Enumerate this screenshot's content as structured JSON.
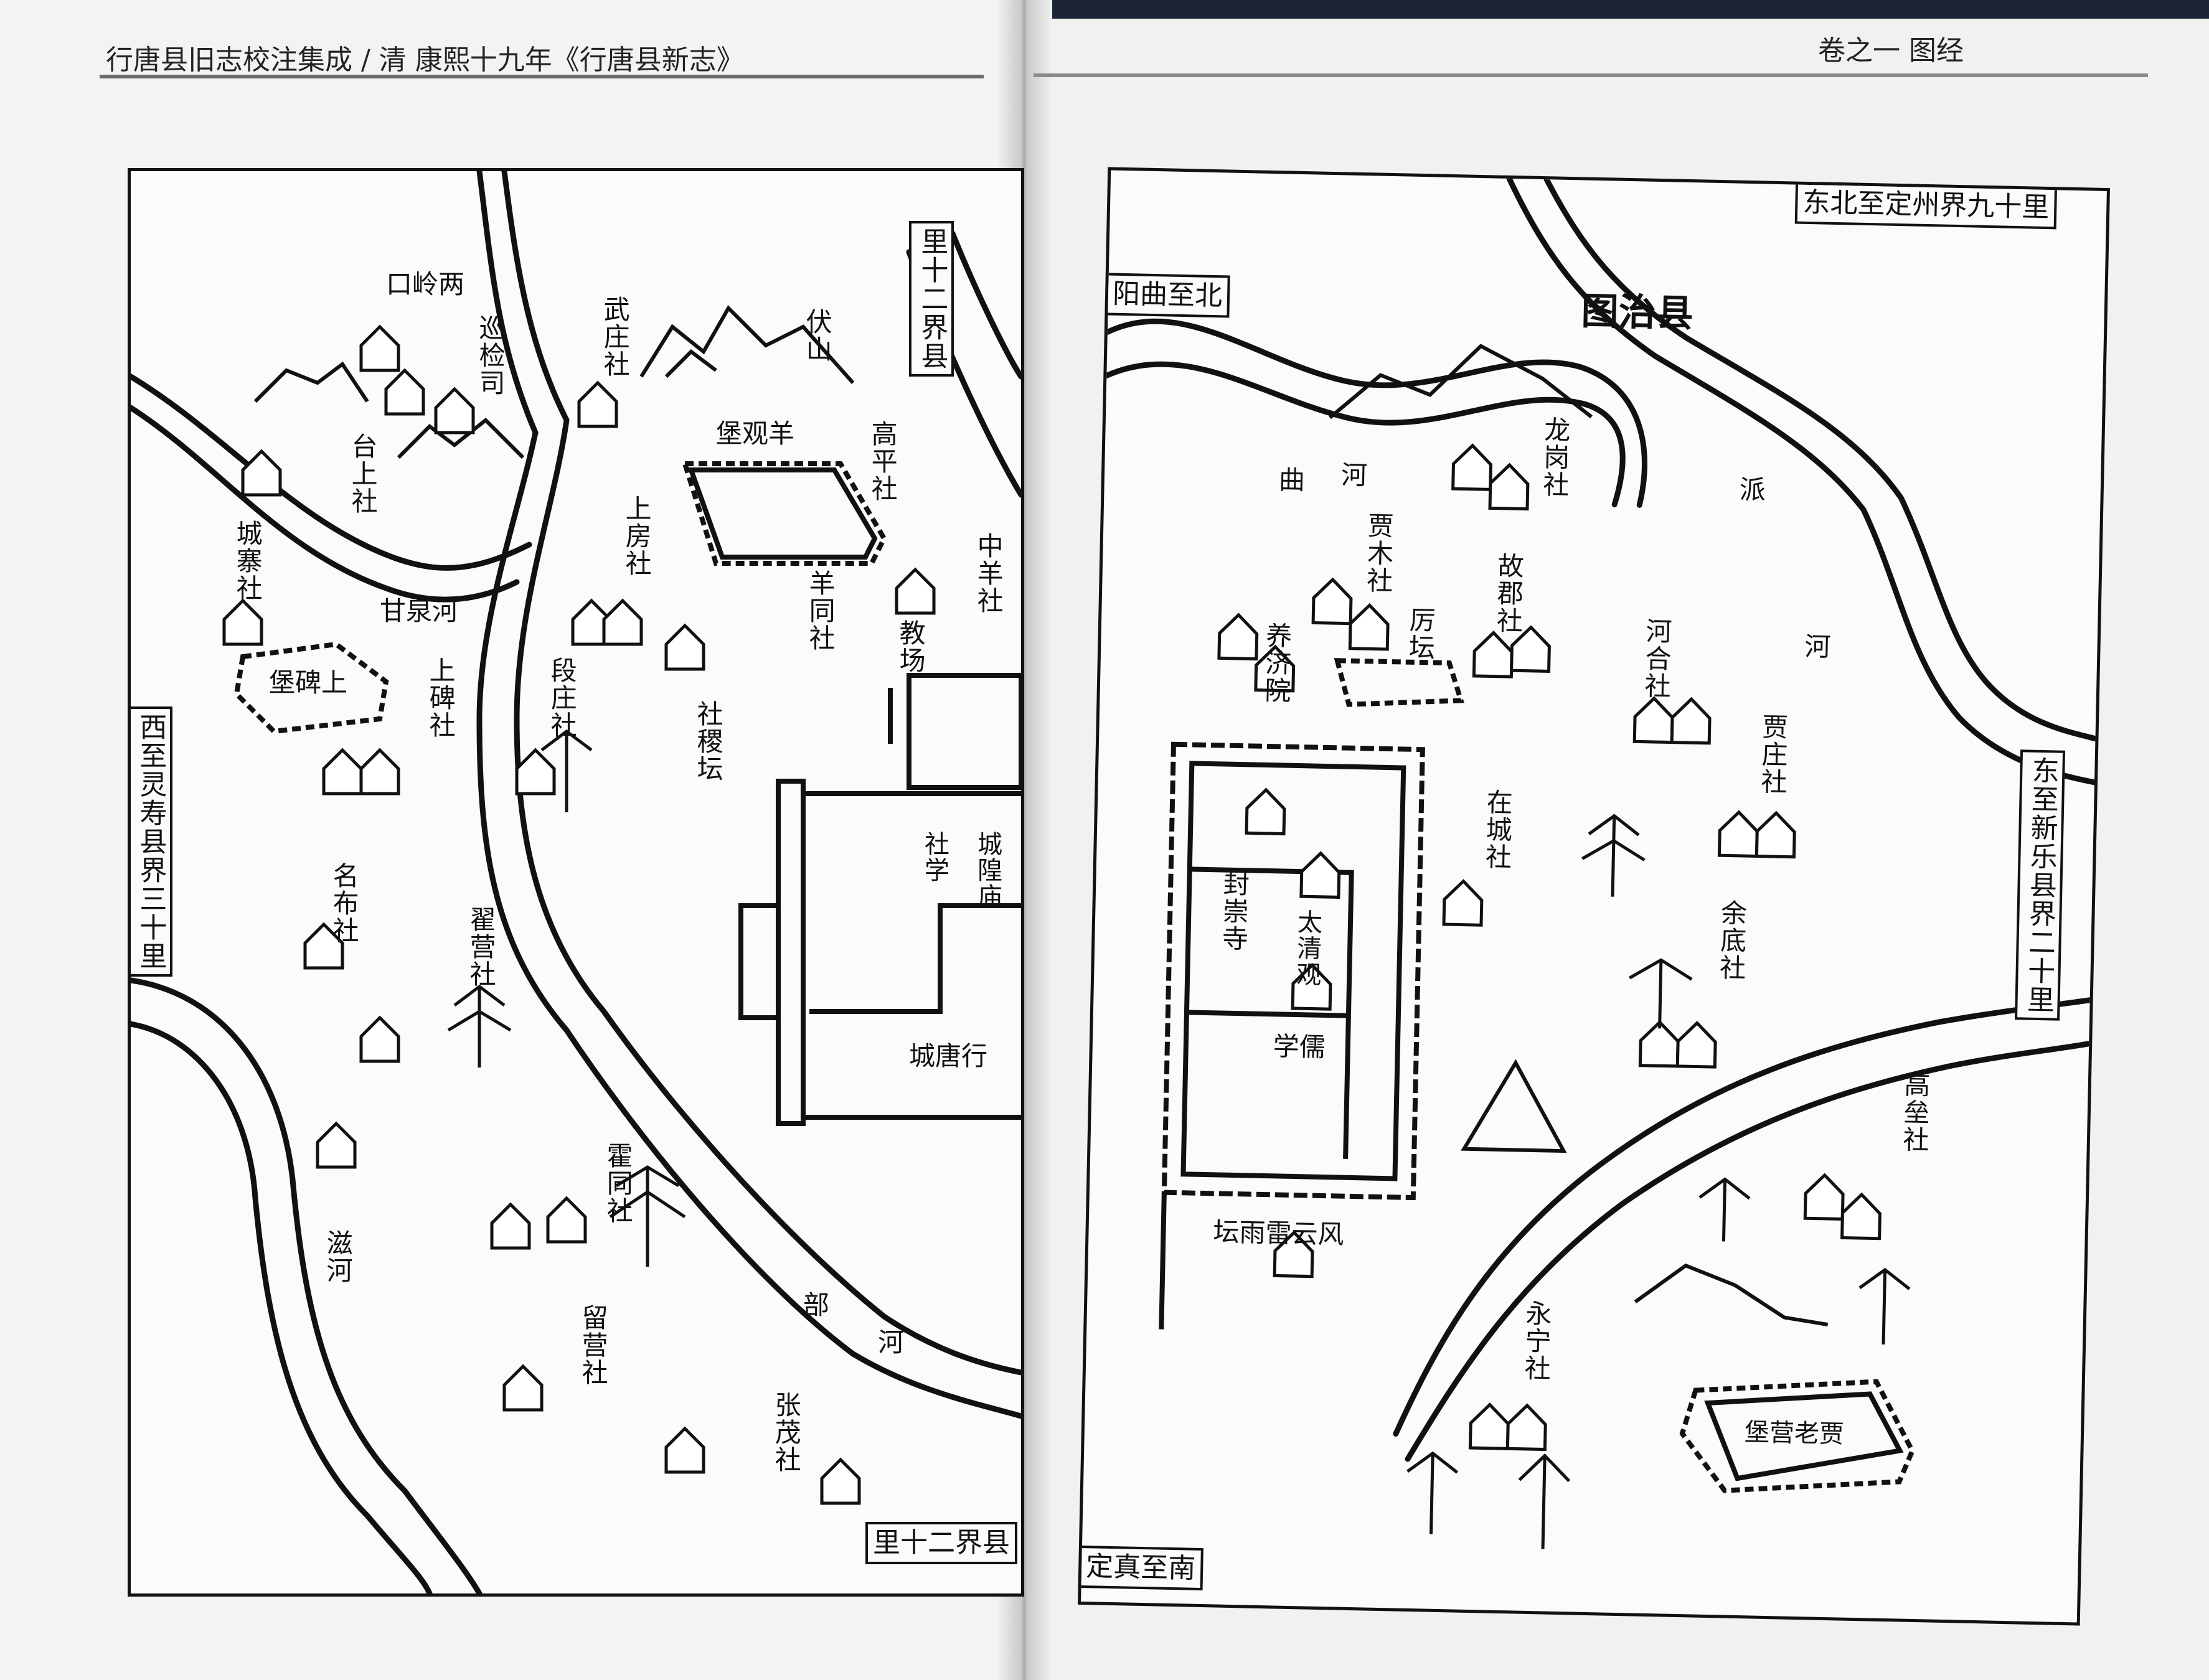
{
  "header": {
    "left_title": "行唐县旧志校注集成 / 清  康熙十九年《行唐县新志》",
    "right_title": "卷之一  图经"
  },
  "left_map": {
    "borders": {
      "north_east": "里十二界县",
      "west": "西至灵寿县界三十里",
      "south_east": "里十二界县"
    },
    "rivers": {
      "ganquan": "甘泉河",
      "zi": "滋河",
      "bu_1": "部",
      "bu_2": "河"
    },
    "places": {
      "lianglingkou": "口岭两",
      "xunjiansi": "巡检司",
      "fushan": "伏山",
      "wuzhuang": "武庄社",
      "yangguanbao": "堡观羊",
      "gaoping": "高平社",
      "taishang": "台上社",
      "chengzhai": "城寨社",
      "shangfang": "上房社",
      "zhongyang": "中羊社",
      "yangtong": "羊同社",
      "jiaochang": "教场",
      "shangbeibao": "堡碑上",
      "shangbei": "上碑社",
      "duanzhuang": "段庄社",
      "sheji": "社稷坛",
      "shexue": "社学",
      "chenghuang": "城隍庙",
      "mingbu": "名布社",
      "diying": "翟营社",
      "xingtangcheng": "城唐行",
      "huotong": "霍同社",
      "liuying": "留营社",
      "zhangmao": "张茂社"
    }
  },
  "right_map": {
    "title": "图治县",
    "borders": {
      "north": "阳曲至北",
      "north_east": "东北至定州界九十里",
      "east": "东至新乐县界二十里",
      "south": "定真至南"
    },
    "rivers": {
      "qu_1": "曲",
      "qu_2": "河",
      "pai_1": "派",
      "pai_2": "河"
    },
    "places": {
      "longgang": "龙岗社",
      "jiamu": "贾木社",
      "gujun": "故郡社",
      "yangji": "养济院",
      "litan": "厉坛",
      "hehe": "河合社",
      "jiazhuang": "贾庄社",
      "zaicheng": "在城社",
      "fengchong": "封崇寺",
      "taiqing": "太清观",
      "ruxue": "学儒",
      "yudi": "余底社",
      "gaolei": "高垒社",
      "fengyun": "坛雨雷云风",
      "yongning": "永宁社",
      "jiaolaoying": "堡营老贾"
    }
  }
}
